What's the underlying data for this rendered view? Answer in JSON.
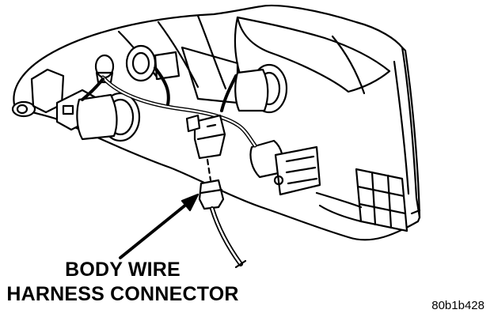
{
  "callout": {
    "line1": "BODY WIRE",
    "line2": "HARNESS CONNECTOR"
  },
  "figure_id": "80b1b428",
  "colors": {
    "ink": "#000000",
    "paper": "#ffffff"
  }
}
